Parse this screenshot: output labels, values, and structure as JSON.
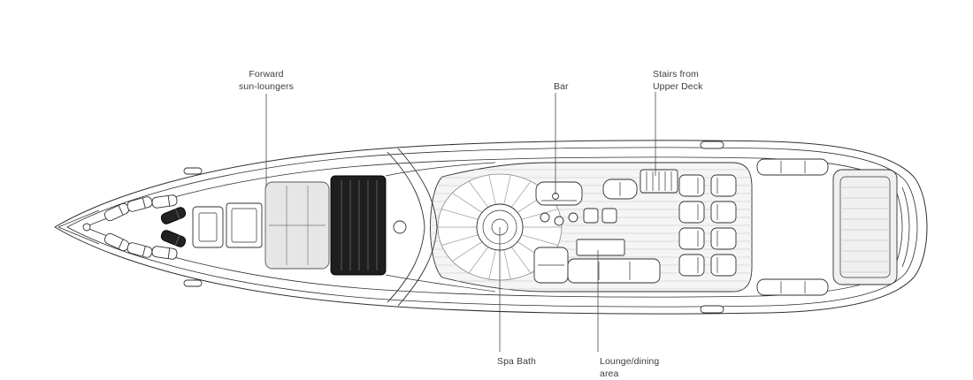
{
  "diagram": {
    "type": "yacht-main-deck-plan",
    "labels": {
      "forward": {
        "l1": "Forward",
        "l2": "sun-loungers"
      },
      "bar": {
        "l1": "Bar"
      },
      "stairs": {
        "l1": "Stairs from",
        "l2": "Upper Deck"
      },
      "spa": {
        "l1": "Spa Bath"
      },
      "lounge": {
        "l1": "Lounge/dining",
        "l2": "area"
      }
    },
    "colors": {
      "linework": "#2f2f2f",
      "label_text": "#3c3c3c",
      "leader_line": "#4a4a4a",
      "dark_hatch_fill": "#1e1e1e",
      "deck_fill": "#f5f5f5",
      "teak_line": "#d2d2d2"
    }
  }
}
